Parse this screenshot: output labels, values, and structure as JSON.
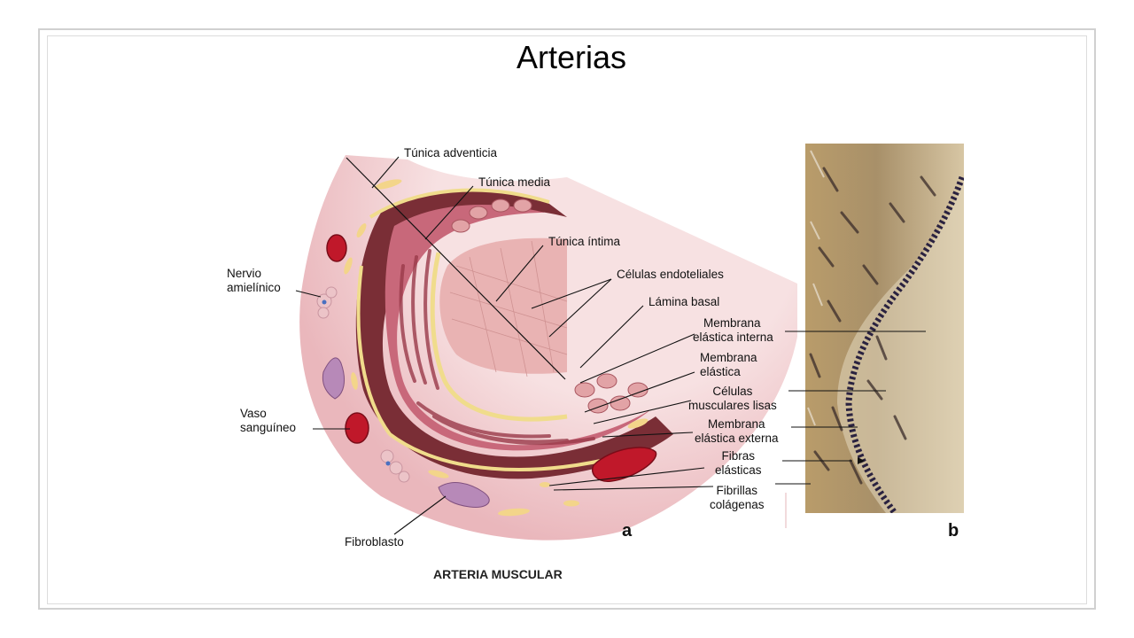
{
  "slide": {
    "title": "Arterias"
  },
  "diagram": {
    "labels": {
      "tunica_adventicia": "Túnica adventicia",
      "tunica_media": "Túnica media",
      "tunica_intima": "Túnica íntima",
      "celulas_endoteliales": "Células endoteliales",
      "lamina_basal": "Lámina basal",
      "nervio_1": "Nervio",
      "nervio_2": "amielínico",
      "vaso_1": "Vaso",
      "vaso_2": "sanguíneo",
      "fibroblasto": "Fibroblasto",
      "mem_int_1": "Membrana",
      "mem_int_2": "elástica interna",
      "mem_el_1": "Membrana",
      "mem_el_2": "elástica",
      "cel_musc_1": "Células",
      "cel_musc_2": "musculares lisas",
      "mem_ext_1": "Membrana",
      "mem_ext_2": "elástica externa",
      "fibras_1": "Fibras",
      "fibras_2": "elásticas",
      "fibrillas_1": "Fibrillas",
      "fibrillas_2": "colágenas"
    },
    "panel_a": "a",
    "panel_b": "b",
    "caption": "ARTERIA MUSCULAR"
  },
  "colors": {
    "adventitia": "#f2cdd0",
    "media": "#c8687a",
    "intima": "#e9b3b3",
    "elastic": "#f0dc8c",
    "rbc": "#c0182a"
  }
}
